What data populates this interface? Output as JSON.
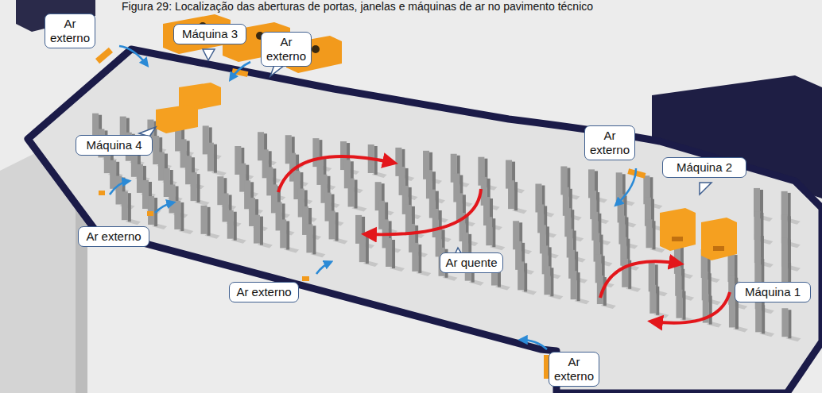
{
  "diagram": {
    "title": "Figura 29: Localização das aberturas de portas, janelas e máquinas de ar no pavimento técnico",
    "nodes": [
      {
        "text": [
          "Ar externo"
        ]
      },
      {
        "text": [
          "Máquina 3"
        ]
      },
      {
        "text": [
          "Ar externo"
        ]
      },
      {
        "text": [
          "Ar externo"
        ]
      },
      {
        "text": [
          "Máquina 4"
        ]
      },
      {
        "text": [
          "Máquina 2"
        ]
      },
      {
        "text": [
          "Ar externo"
        ]
      },
      {
        "text": [
          "Ar quente"
        ]
      },
      {
        "text": [
          "Ar externo"
        ]
      },
      {
        "text": [
          "Máquina 1"
        ]
      },
      {
        "text": [
          "Ar externo"
        ]
      }
    ]
  }
}
